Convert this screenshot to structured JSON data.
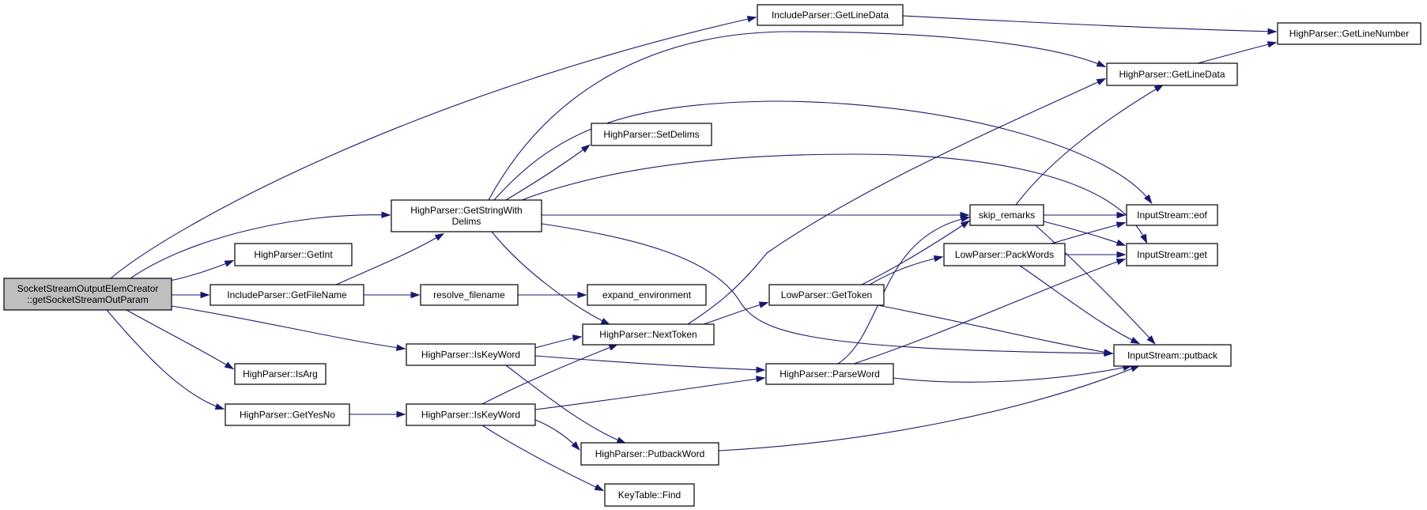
{
  "graph": {
    "nodes": [
      {
        "id": "root",
        "lines": [
          "SocketStreamOutputElemCreator",
          "::getSocketStreamOutParam"
        ],
        "root": true
      },
      {
        "id": "getlinedata_inc",
        "lines": [
          "IncludeParser::GetLineData"
        ]
      },
      {
        "id": "getlinenumber",
        "lines": [
          "HighParser::GetLineNumber"
        ]
      },
      {
        "id": "getlinedata_hp",
        "lines": [
          "HighParser::GetLineData"
        ]
      },
      {
        "id": "setdelims",
        "lines": [
          "HighParser::SetDelims"
        ]
      },
      {
        "id": "getstringwithdelims",
        "lines": [
          "HighParser::GetStringWith",
          "Delims"
        ]
      },
      {
        "id": "skip_remarks",
        "lines": [
          "skip_remarks"
        ]
      },
      {
        "id": "eof",
        "lines": [
          "InputStream::eof"
        ]
      },
      {
        "id": "get",
        "lines": [
          "InputStream::get"
        ]
      },
      {
        "id": "packwords",
        "lines": [
          "LowParser::PackWords"
        ]
      },
      {
        "id": "getint",
        "lines": [
          "HighParser::GetInt"
        ]
      },
      {
        "id": "getfilename",
        "lines": [
          "IncludeParser::GetFileName"
        ]
      },
      {
        "id": "resolve_filename",
        "lines": [
          "resolve_filename"
        ]
      },
      {
        "id": "expand_environment",
        "lines": [
          "expand_environment"
        ]
      },
      {
        "id": "gettoken",
        "lines": [
          "LowParser::GetToken"
        ]
      },
      {
        "id": "nexttoken",
        "lines": [
          "HighParser::NextToken"
        ]
      },
      {
        "id": "putback",
        "lines": [
          "InputStream::putback"
        ]
      },
      {
        "id": "iskeyword1",
        "lines": [
          "HighParser::IsKeyWord"
        ]
      },
      {
        "id": "isarg",
        "lines": [
          "HighParser::IsArg"
        ]
      },
      {
        "id": "parseword",
        "lines": [
          "HighParser::ParseWord"
        ]
      },
      {
        "id": "getyesno",
        "lines": [
          "HighParser::GetYesNo"
        ]
      },
      {
        "id": "iskeyword2",
        "lines": [
          "HighParser::IsKeyWord"
        ]
      },
      {
        "id": "putbackword",
        "lines": [
          "HighParser::PutbackWord"
        ]
      },
      {
        "id": "find",
        "lines": [
          "KeyTable::Find"
        ]
      }
    ]
  }
}
